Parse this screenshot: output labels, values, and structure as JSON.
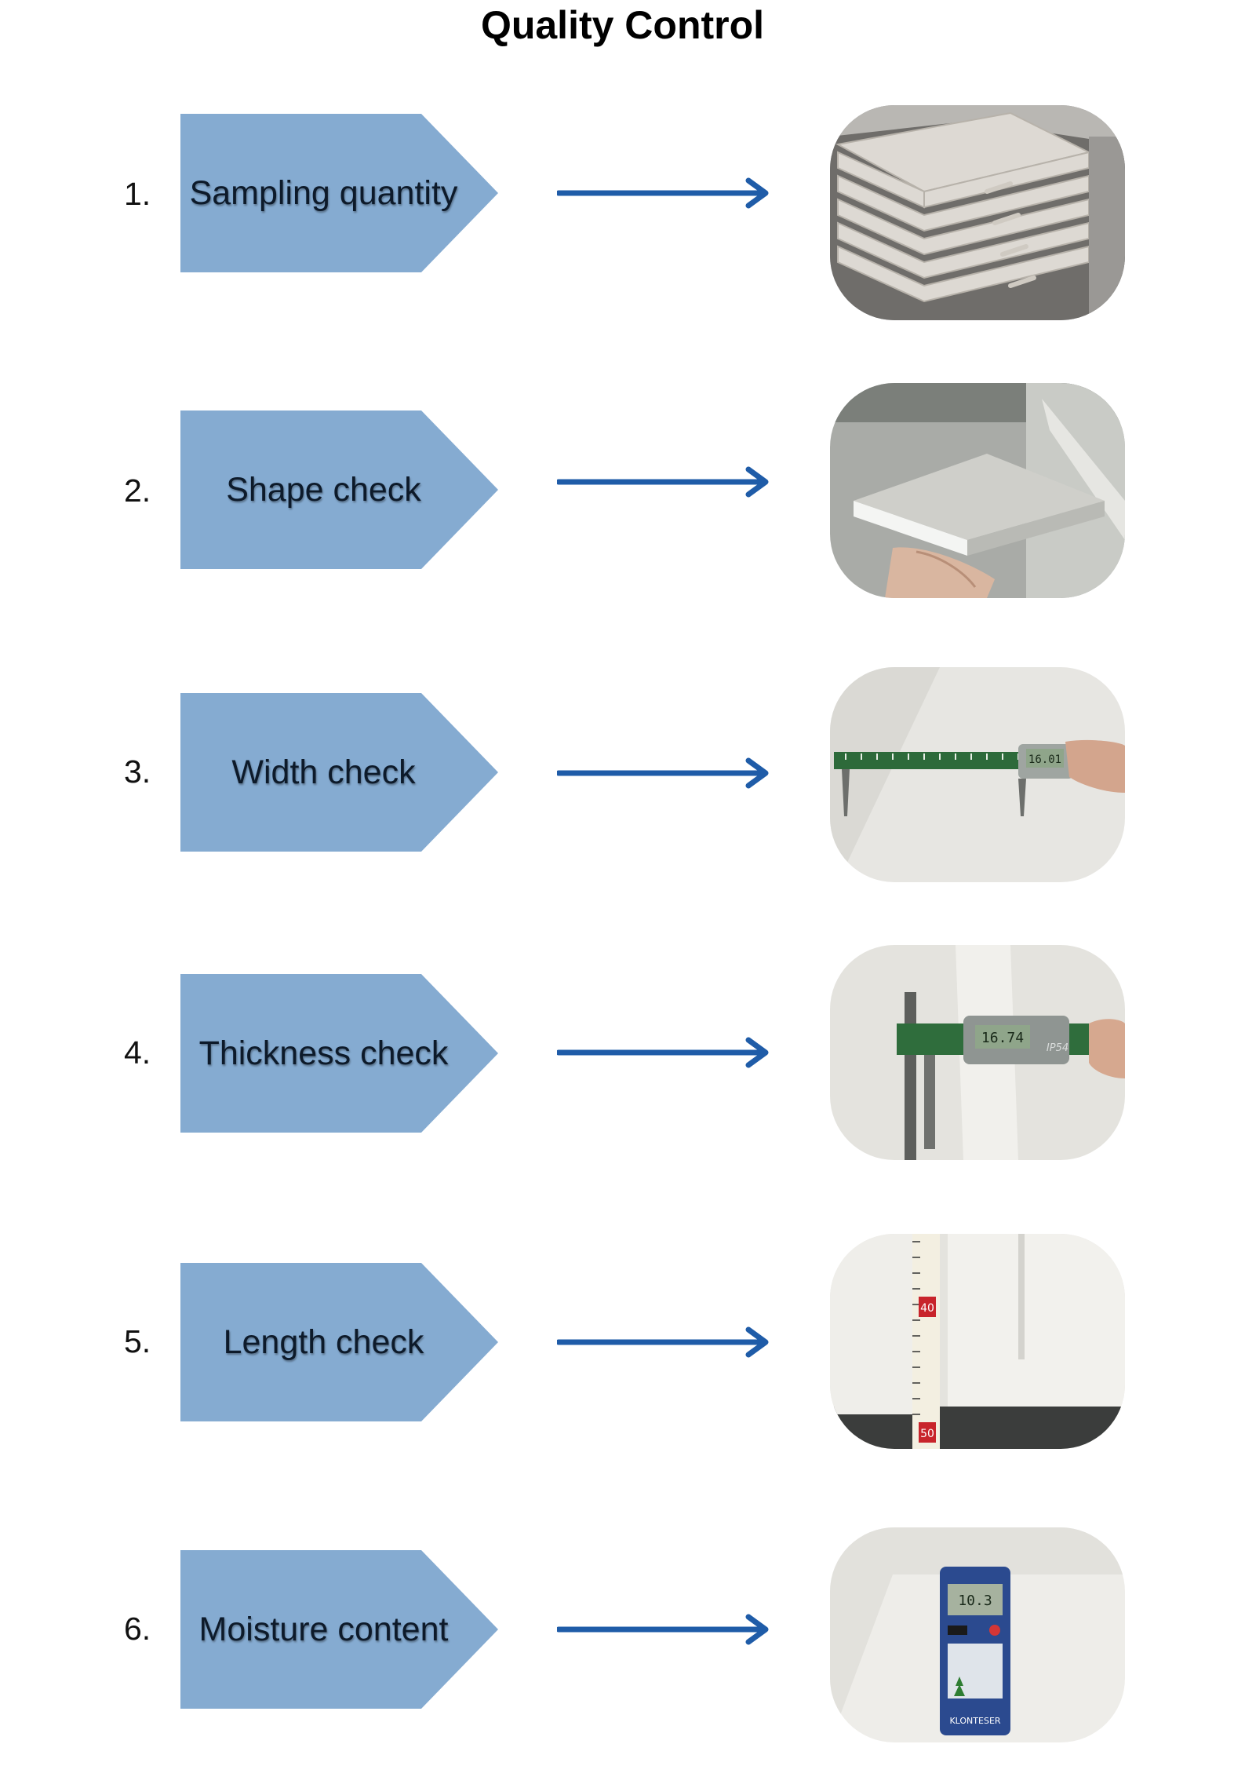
{
  "title": "Quality Control",
  "colors": {
    "shape_fill": "#85abd1",
    "arrow": "#1f5ca8"
  },
  "steps": [
    {
      "number": "1.",
      "label": "Sampling quantity",
      "photo": "stacked-boards-photo"
    },
    {
      "number": "2.",
      "label": "Shape check",
      "photo": "board-in-hand-photo"
    },
    {
      "number": "3.",
      "label": "Width check",
      "photo": "caliper-width-photo"
    },
    {
      "number": "4.",
      "label": "Thickness check",
      "photo": "caliper-thickness-photo"
    },
    {
      "number": "5.",
      "label": "Length check",
      "photo": "tape-measure-photo"
    },
    {
      "number": "6.",
      "label": "Moisture content",
      "photo": "moisture-meter-photo"
    }
  ],
  "photo_text": {
    "caliper_width_reading": "16.01",
    "caliper_thickness_reading": "16.74",
    "caliper_rating": "IP54",
    "tape_mark_1": "40",
    "tape_mark_2": "50",
    "meter_reading": "10.3",
    "meter_brand": "KLONTESER"
  }
}
